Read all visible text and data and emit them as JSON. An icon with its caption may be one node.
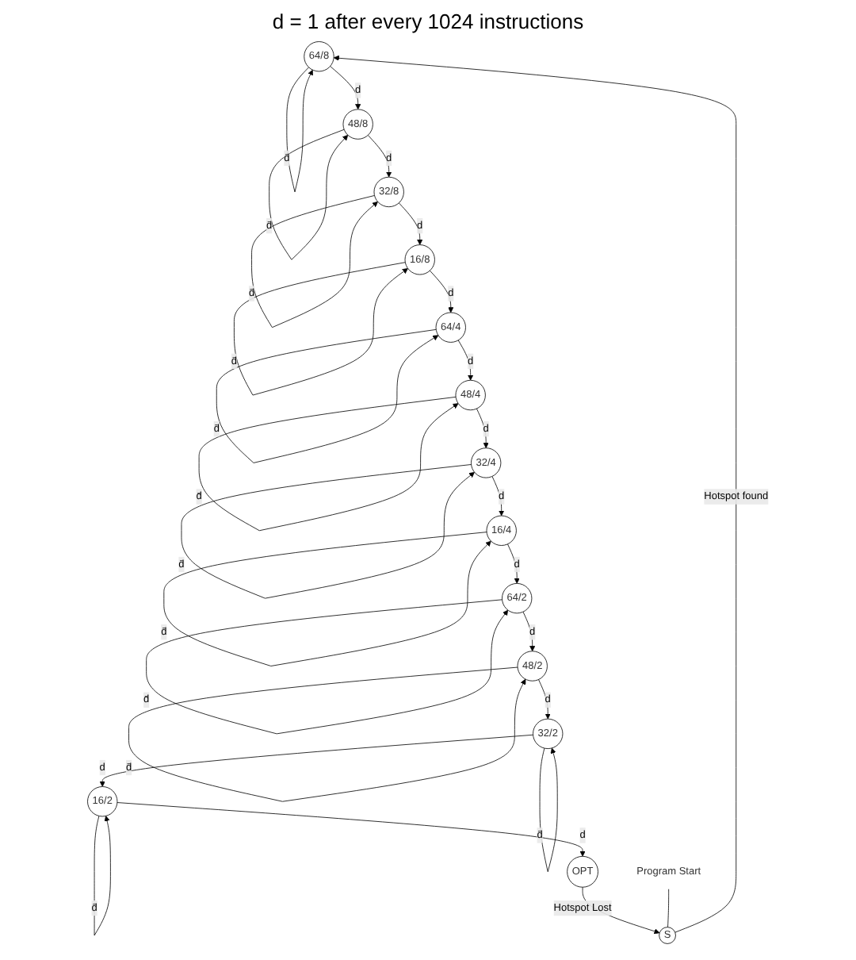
{
  "diagram": {
    "title": "d = 1 after every 1024 instructions",
    "nodes": [
      {
        "text": [
          "64/8"
        ]
      },
      {
        "text": [
          "48/8"
        ]
      },
      {
        "text": [
          "32/8"
        ]
      },
      {
        "text": [
          "16/8"
        ]
      },
      {
        "text": [
          "64/4"
        ]
      },
      {
        "text": [
          "48/4"
        ]
      },
      {
        "text": [
          "32/4"
        ]
      },
      {
        "text": [
          "16/4"
        ]
      },
      {
        "text": [
          "64/2"
        ]
      },
      {
        "text": [
          "48/2"
        ]
      },
      {
        "text": [
          "32/2"
        ]
      },
      {
        "text": [
          "16/2"
        ]
      },
      {
        "text": [
          "S"
        ]
      },
      {
        "text": [
          "OPT"
        ]
      },
      {
        "text": [
          "Program Start"
        ]
      }
    ],
    "edges": [
      {
        "from": 0,
        "to": 0,
        "arrow": "to",
        "label": "d̄"
      },
      {
        "from": 1,
        "to": 1,
        "arrow": "to",
        "label": "d̄"
      },
      {
        "from": 2,
        "to": 2,
        "arrow": "to",
        "label": "d̄"
      },
      {
        "from": 3,
        "to": 3,
        "arrow": "to",
        "label": "d̄"
      },
      {
        "from": 0,
        "to": 1,
        "arrow": "to",
        "label": "d"
      },
      {
        "from": 1,
        "to": 2,
        "arrow": "to",
        "label": "d"
      },
      {
        "from": 2,
        "to": 3,
        "arrow": "to",
        "label": "d"
      },
      {
        "from": 3,
        "to": 4,
        "arrow": "to",
        "label": "d"
      },
      {
        "from": 4,
        "to": 4,
        "arrow": "to",
        "label": "d̄"
      },
      {
        "from": 5,
        "to": 5,
        "arrow": "to",
        "label": "d̄"
      },
      {
        "from": 6,
        "to": 6,
        "arrow": "to",
        "label": "d̄"
      },
      {
        "from": 7,
        "to": 7,
        "arrow": "to",
        "label": "d̄"
      },
      {
        "from": 4,
        "to": 5,
        "arrow": "to",
        "label": "d"
      },
      {
        "from": 5,
        "to": 6,
        "arrow": "to",
        "label": "d"
      },
      {
        "from": 6,
        "to": 7,
        "arrow": "to",
        "label": "d"
      },
      {
        "from": 7,
        "to": 8,
        "arrow": "to",
        "label": "d"
      },
      {
        "from": 8,
        "to": 8,
        "arrow": "to",
        "label": "d̄"
      },
      {
        "from": 9,
        "to": 9,
        "arrow": "to",
        "label": "d̄"
      },
      {
        "from": 10,
        "to": 10,
        "arrow": "to",
        "label": "d̄"
      },
      {
        "from": 11,
        "to": 11,
        "arrow": "to",
        "label": "d̄"
      },
      {
        "from": 8,
        "to": 9,
        "arrow": "to",
        "label": "d"
      },
      {
        "from": 9,
        "to": 10,
        "arrow": "to",
        "label": "d"
      },
      {
        "from": 10,
        "to": 11,
        "arrow": "to",
        "label": "d"
      },
      {
        "from": 11,
        "to": 13,
        "arrow": "to",
        "label": "d"
      },
      {
        "from": 13,
        "to": 12,
        "arrow": "to",
        "label": "Hotspot Lost"
      },
      {
        "from": 12,
        "to": 0,
        "arrow": "to",
        "label": "Hotspot found"
      },
      {
        "from": 14,
        "to": 12,
        "arrow": "none"
      }
    ]
  }
}
